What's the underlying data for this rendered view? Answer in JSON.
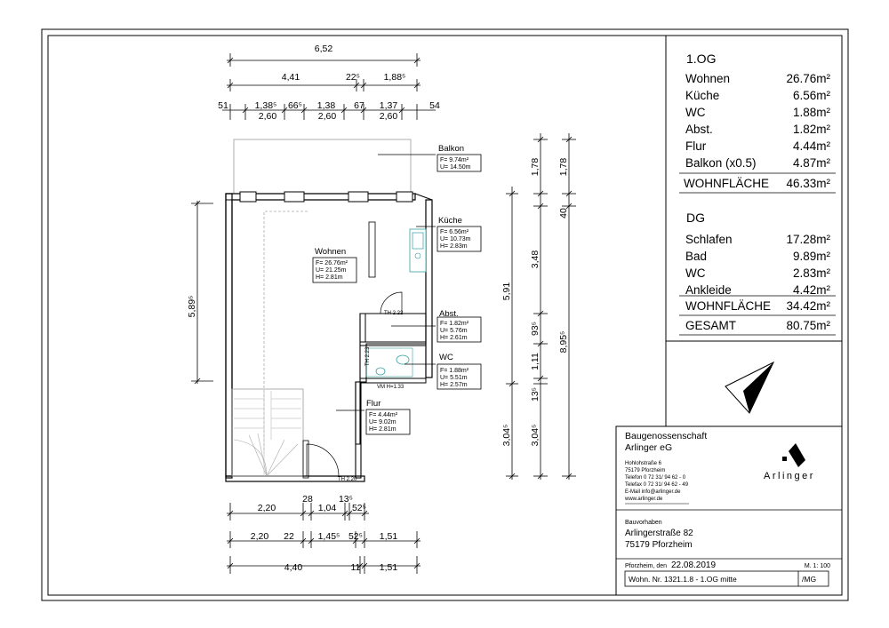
{
  "dimensions_top": {
    "total": "6,52",
    "r1": [
      "4,41",
      "22⁵",
      "1,88⁵"
    ],
    "r2_left": "51",
    "r2": [
      "1,38⁵",
      "66⁵",
      "1,38",
      "67",
      "1,37"
    ],
    "r2_right": "54",
    "r3": [
      "2,60",
      "2,60",
      "2,60"
    ]
  },
  "dimensions_bottom": {
    "r1": [
      "2,20",
      "28",
      "1,04",
      "13⁵",
      "52⁵"
    ],
    "r2": [
      "2,20",
      "22",
      "1,45⁵",
      "52⁵",
      "1,51"
    ],
    "r3": [
      "4,40",
      "11",
      "1,51"
    ]
  },
  "dimensions_left": {
    "height": "5,89⁵"
  },
  "dimensions_right": {
    "a": [
      "1,78",
      "5,91",
      "3,04⁵"
    ],
    "b": [
      "1,78",
      "40",
      "3,48",
      "93⁵",
      "1,11",
      "13⁵",
      "3,04⁵"
    ],
    "c": "8,95⁵"
  },
  "rooms": {
    "balkon": {
      "name": "Balkon",
      "f": "F=   9.74m²",
      "u": "U=  14.50m"
    },
    "kueche": {
      "name": "Küche",
      "f": "F=   6.56m²",
      "u": "U=  10.73m",
      "h": "H=    2.83m"
    },
    "wohnen": {
      "name": "Wohnen",
      "f": "F=  26.76m²",
      "u": "U=  21.25m",
      "h": "H=    2.81m"
    },
    "abst": {
      "name": "Abst.",
      "f": "F=   1.82m²",
      "u": "U=   5.76m",
      "h": "H=    2.61m"
    },
    "wc": {
      "name": "WC",
      "f": "F=   1.88m²",
      "u": "U=   5.51m",
      "h": "H=    2.57m"
    },
    "flur": {
      "name": "Flur",
      "f": "F=   4.44m²",
      "u": "U=   9.02m",
      "h": "H=    2.81m"
    }
  },
  "plan_notes": {
    "th1": "TH 2.22",
    "th2": "TH 2.20",
    "th3": "TH 2.23",
    "vm": "VM H=1.33"
  },
  "area_table": {
    "og_title": "1.OG",
    "og_rows": [
      {
        "label": "Wohnen",
        "value": "26.76m²"
      },
      {
        "label": "Küche",
        "value": "6.56m²"
      },
      {
        "label": "WC",
        "value": "1.88m²"
      },
      {
        "label": "Abst.",
        "value": "1.82m²"
      },
      {
        "label": "Flur",
        "value": "4.44m²"
      },
      {
        "label": "Balkon (x0.5)",
        "value": "4.87m²"
      }
    ],
    "og_total": {
      "label": "WOHNFLÄCHE",
      "value": "46.33m²"
    },
    "dg_title": "DG",
    "dg_rows": [
      {
        "label": "Schlafen",
        "value": "17.28m²"
      },
      {
        "label": "Bad",
        "value": "9.89m²"
      },
      {
        "label": "WC",
        "value": "2.83m²"
      },
      {
        "label": "Ankleide",
        "value": "4.42m²"
      }
    ],
    "dg_total": {
      "label": "WOHNFLÄCHE",
      "value": "34.42m²"
    },
    "grand_total": {
      "label": "GESAMT",
      "value": "80.75m²"
    }
  },
  "title_block": {
    "company1": "Baugenossenschaft",
    "company2": "Arlinger eG",
    "address": [
      "Hohlohstraße 6",
      "75179 Pforzheim",
      "Telefon 0 72 31/ 94 62 - 0",
      "Telefax 0 72 31/ 94 62 - 49",
      "E-Mail   info@arlinger.de",
      "www.arlinger.de"
    ],
    "logo_text": "Arlinger",
    "project_label": "Bauvorhaben",
    "project1": "Arlingerstraße 82",
    "project2": "75179 Pforzheim",
    "date_label": "Pforzheim, den",
    "date": "22.08.2019",
    "scale": "M. 1: 100",
    "unit": "Wohn. Nr. 1321.1.8 - 1.OG mitte",
    "author": "/MG"
  }
}
